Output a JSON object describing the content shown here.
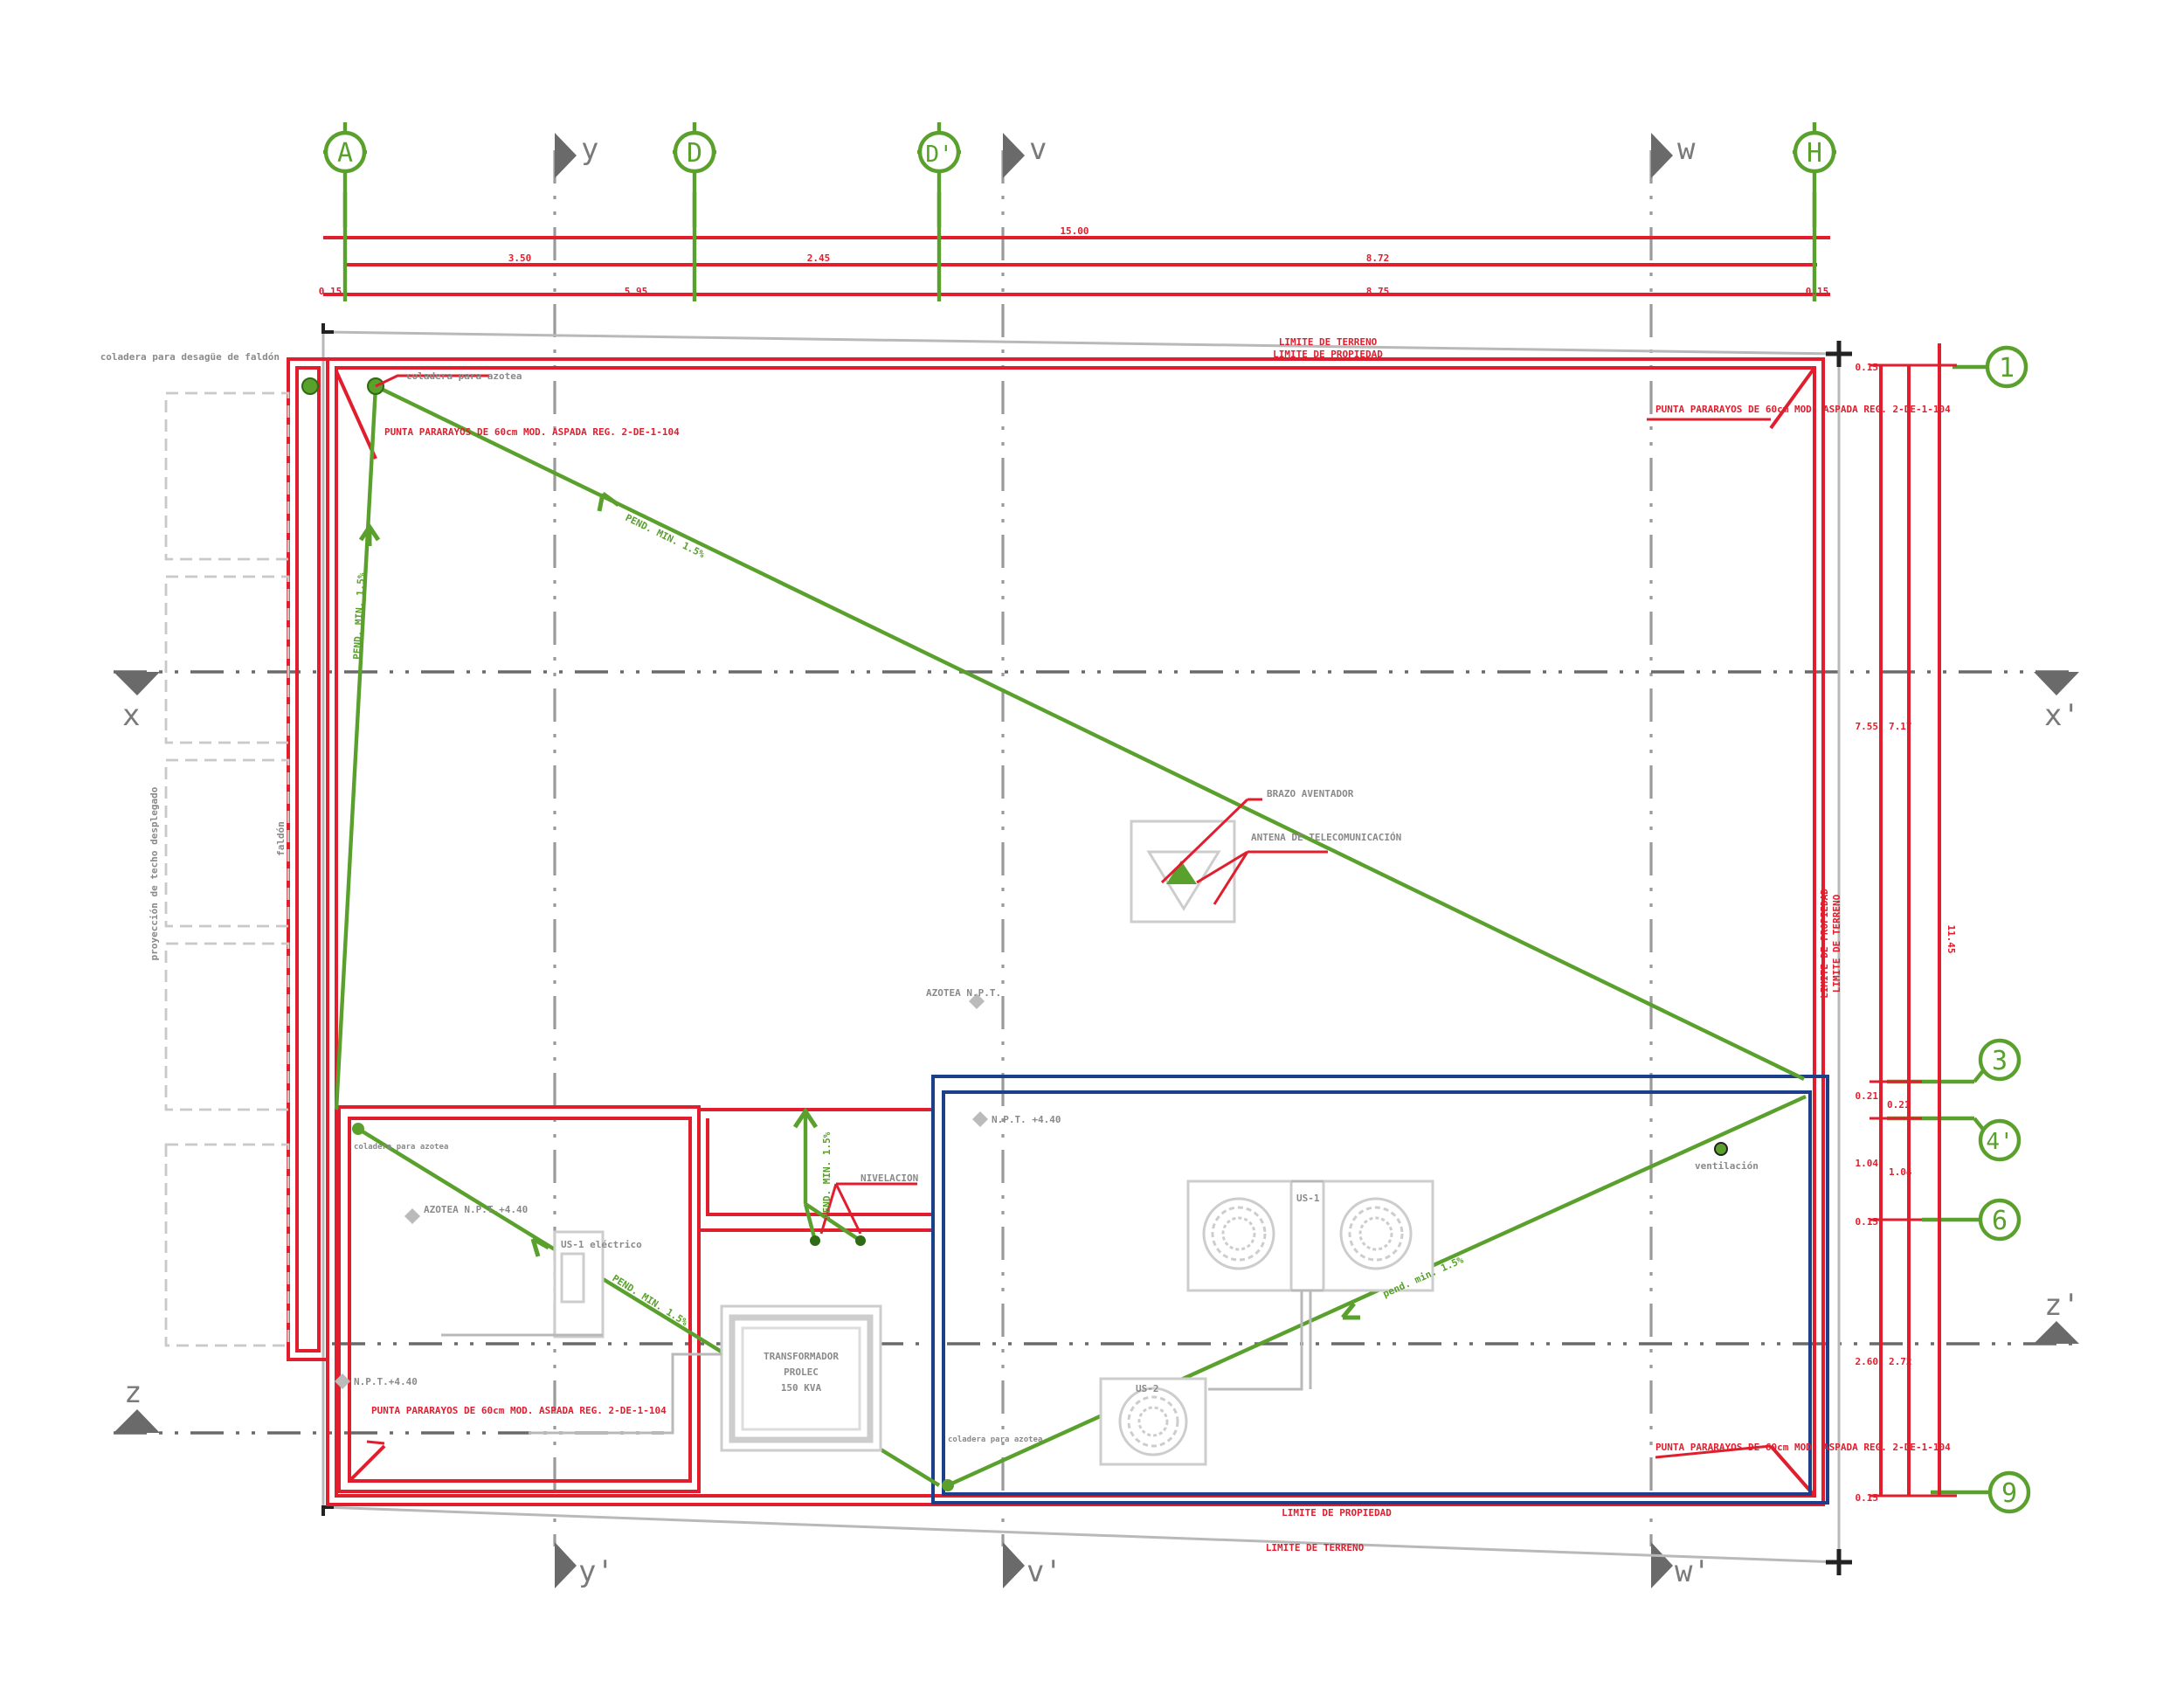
{
  "grid_axes": {
    "letters": [
      "A",
      "D",
      "D'",
      "H"
    ],
    "numbers": [
      "1",
      "3",
      "4'",
      "6",
      "9"
    ]
  },
  "section_marks": {
    "y": "y",
    "y_prime": "y'",
    "v": "v",
    "v_prime": "v'",
    "w": "w",
    "w_prime": "w'",
    "x": "x",
    "x_prime": "x'",
    "z": "z",
    "z_prime": "z'"
  },
  "dimensions": {
    "top_total": "15.00",
    "top_row2": [
      "3.50",
      "2.45",
      "8.72"
    ],
    "top_row3": [
      "0.15",
      "5.95",
      "8.75",
      "0.15"
    ],
    "right_outer": "11.45",
    "right_mid": [
      "7.55",
      "7.17"
    ],
    "right_small": [
      "0.15",
      "0.21",
      "0.21",
      "1.04",
      "1.04",
      "0.15",
      "2.60",
      "2.72",
      "0.15"
    ]
  },
  "labels": {
    "limite_terreno_top": "LIMITE DE TERRENO",
    "limite_propiedad_top": "LIMITE DE PROPIEDAD",
    "limite_propiedad_bottom": "LIMITE DE PROPIEDAD",
    "limite_terreno_bottom": "LIMITE DE TERRENO",
    "limite_right_1": "LIMITE DE PROPIEDAD",
    "limite_right_2": "LIMITE DE TERRENO",
    "coladera_pluvial": "coladera para desagüe de faldón",
    "coladera_azotea": "coladera para azotea",
    "punta_nw": "PUNTA PARARAYOS DE 60cm MOD. ASPADA REG. 2-DE-1-104",
    "punta_ne": "PUNTA PARARAYOS DE 60cm MOD. ASPADA REG. 2-DE-1-104",
    "punta_sw": "PUNTA PARARAYOS DE 60cm MOD. ASPADA REG. 2-DE-1-104",
    "punta_se": "PUNTA PARARAYOS DE 60cm MOD. ASPADA REG. 2-DE-1-104",
    "pend_diag": "PEND. MIN. 1.5%",
    "pend_left": "PEND. MIN. 1.5%",
    "pend_lower": "PEND. MIN. 1.5%",
    "pend_ramp": "PEND. MIN. 1.5%",
    "pend_right": "pend. min. 1.5%",
    "brazo": "BRAZO AVENTADOR",
    "antena": "ANTENA DE TELECOMUNICACIÓN",
    "azotea_center": "AZOTEA N.P.T.",
    "azotea_left": "AZOTEA N.P.T.+4.40",
    "npt_blue": "N.P.T. +4.40",
    "npt_left": "N.P.T.+4.40",
    "ventilacion": "ventilación",
    "nivelacion": "NIVELACION",
    "proyeccion": "proyección de techo desplegado",
    "faldon": "faldón",
    "coladera_lower": "coladera para azotea",
    "coladera_blue": "coladera para azotea",
    "us1_small": "US-1 eléctrico",
    "us1": "US-1",
    "us2": "US-2",
    "transformer_l1": "TRANSFORMADOR",
    "transformer_l2": "PROLEC",
    "transformer_l3": "150 KVA"
  },
  "colors": {
    "limits": "#e01e2e",
    "drainage_and_axes": "#5aa02c",
    "enclosure": "#1c3f8c",
    "grid": "#9a9a9a"
  }
}
